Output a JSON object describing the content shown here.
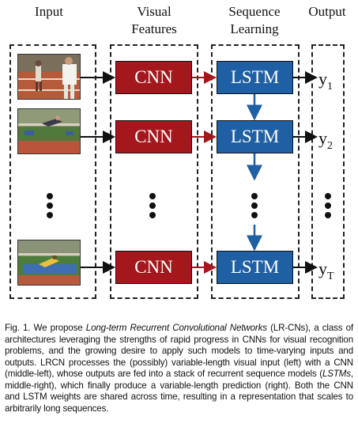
{
  "figure": {
    "headers": {
      "input": "Input",
      "visual_features": "Visual\nFeatures",
      "sequence_learning": "Sequence\nLearning",
      "output": "Output"
    },
    "cnn_label": "CNN",
    "lstm_label": "LSTM",
    "outputs": [
      {
        "base": "y",
        "sub": "1"
      },
      {
        "base": "y",
        "sub": "2"
      },
      {
        "base": "y",
        "sub": "T"
      }
    ],
    "colors": {
      "cnn": "#a4171c",
      "lstm": "#1f5fa3",
      "cnn_to_lstm_arrow": "#a4171c",
      "lstm_to_lstm_arrow": "#1f5fa3"
    }
  },
  "caption": {
    "p1": "Fig. 1.  We propose ",
    "p2_italic": "Long-term Recurrent Convolutional Networks",
    "p3": " (LR-CNs), a class of architectures leveraging the strengths of rapid progress in CNNs for visual recognition problems, and the growing desire to apply such models to time-varying inputs and outputs. LRCN processes the (possibly) variable-length visual input (left) with a CNN (middle-left), whose outputs are fed into a stack of recurrent sequence models (",
    "p4_italic": "LSTMs",
    "p5": ", middle-right), which finally produce a variable-length prediction (right). Both the CNN and LSTM weights are shared across time, resulting in a representation that scales to arbitrarily long sequences."
  }
}
